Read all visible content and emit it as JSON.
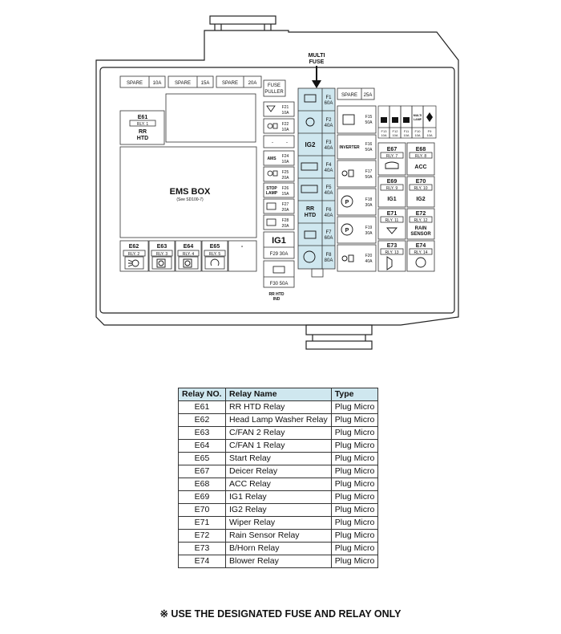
{
  "diagram": {
    "multi_fuse_label": [
      "MULTI",
      "FUSE"
    ],
    "fuse_puller": [
      "FUSE",
      "PULLER"
    ],
    "ems_box": {
      "title": "EMS BOX",
      "note": "(See SD100-7)"
    },
    "rr_htd_ind": [
      "RR HTD",
      "IND"
    ],
    "inverter": "INVERTER",
    "top_spares": [
      {
        "label": "SPARE",
        "amp": "10A"
      },
      {
        "label": "SPARE",
        "amp": "15A"
      },
      {
        "label": "SPARE",
        "amp": "20A"
      }
    ],
    "spare_right": {
      "label": "SPARE",
      "amp": "25A"
    },
    "e61": {
      "id": "E61",
      "relay": "RLY. 1",
      "text": [
        "RR",
        "HTD"
      ]
    },
    "bottom_relays": [
      {
        "id": "E62",
        "relay": "RLY. 2"
      },
      {
        "id": "E63",
        "relay": "RLY. 3"
      },
      {
        "id": "E64",
        "relay": "RLY. 4"
      },
      {
        "id": "E65",
        "relay": "RLY. 5"
      }
    ],
    "blank": "-",
    "left_fuses": [
      {
        "name": "F21",
        "amp": "10A",
        "label": ""
      },
      {
        "name": "F22",
        "amp": "10A",
        "label": ""
      },
      {
        "name": "",
        "amp": "",
        "label": "-"
      },
      {
        "name": "F24",
        "amp": "10A",
        "label": "AMS"
      },
      {
        "name": "F25",
        "amp": "20A",
        "label": ""
      },
      {
        "name": "F26",
        "amp": "15A",
        "label": "STOP LAMP"
      },
      {
        "name": "F27",
        "amp": "20A",
        "label": ""
      },
      {
        "name": "F28",
        "amp": "20A",
        "label": ""
      }
    ],
    "ig1_block": {
      "label": "IG1",
      "fuse": "F29 30A"
    },
    "f30": "F30 50A",
    "multi_fuses": [
      {
        "name": "F1",
        "amp": "60A",
        "label": ""
      },
      {
        "name": "F2",
        "amp": "40A",
        "label": ""
      },
      {
        "name": "F3",
        "amp": "40A",
        "label": "IG2"
      },
      {
        "name": "F4",
        "amp": "40A",
        "label": ""
      },
      {
        "name": "F5",
        "amp": "40A",
        "label": ""
      },
      {
        "name": "F6",
        "amp": "40A",
        "label": "RR HTD"
      },
      {
        "name": "F7",
        "amp": "60A",
        "label": ""
      },
      {
        "name": "F8",
        "amp": "80A",
        "label": ""
      }
    ],
    "mid_fuses": [
      {
        "name": "F15",
        "amp": "50A"
      },
      {
        "name": "F16",
        "amp": "50A"
      },
      {
        "name": "F17",
        "amp": "50A"
      },
      {
        "name": "F18",
        "amp": "30A"
      },
      {
        "name": "F19",
        "amp": "30A"
      },
      {
        "name": "F20",
        "amp": "40A"
      }
    ],
    "mini_fuses": [
      {
        "name": "F13",
        "amp": "10A"
      },
      {
        "name": "F12",
        "amp": "10A"
      },
      {
        "name": "F11",
        "amp": "10A"
      },
      {
        "name": "F10",
        "amp": "10A"
      },
      {
        "name": "F9",
        "amp": "10A"
      }
    ],
    "mini_labels": [
      "MULTI",
      "LAMP"
    ],
    "right_relays": [
      {
        "id": "E67",
        "relay": "RLY. 7",
        "text": ""
      },
      {
        "id": "E68",
        "relay": "RLY. 8",
        "text": "ACC"
      },
      {
        "id": "E69",
        "relay": "RLY. 9",
        "text": "IG1"
      },
      {
        "id": "E70",
        "relay": "RLY. 10",
        "text": "IG2"
      },
      {
        "id": "E71",
        "relay": "RLY. 11",
        "text": ""
      },
      {
        "id": "E72",
        "relay": "RLY. 12",
        "text": "RAIN SENSOR"
      },
      {
        "id": "E73",
        "relay": "RLY. 13",
        "text": ""
      },
      {
        "id": "E74",
        "relay": "RLY. 14",
        "text": ""
      }
    ]
  },
  "table": {
    "headers": [
      "Relay NO.",
      "Relay Name",
      "Type"
    ],
    "rows": [
      [
        "E61",
        "RR HTD Relay",
        "Plug Micro"
      ],
      [
        "E62",
        "Head Lamp Washer Relay",
        "Plug Micro"
      ],
      [
        "E63",
        "C/FAN 2 Relay",
        "Plug Micro"
      ],
      [
        "E64",
        "C/FAN 1 Relay",
        "Plug Micro"
      ],
      [
        "E65",
        "Start Relay",
        "Plug Micro"
      ],
      [
        "E67",
        "Deicer Relay",
        "Plug Micro"
      ],
      [
        "E68",
        "ACC Relay",
        "Plug Micro"
      ],
      [
        "E69",
        "IG1 Relay",
        "Plug Micro"
      ],
      [
        "E70",
        "IG2 Relay",
        "Plug Micro"
      ],
      [
        "E71",
        "Wiper Relay",
        "Plug Micro"
      ],
      [
        "E72",
        "Rain Sensor Relay",
        "Plug Micro"
      ],
      [
        "E73",
        "B/Horn Relay",
        "Plug Micro"
      ],
      [
        "E74",
        "Blower Relay",
        "Plug Micro"
      ]
    ]
  },
  "note": "※ USE THE DESIGNATED FUSE AND RELAY ONLY"
}
